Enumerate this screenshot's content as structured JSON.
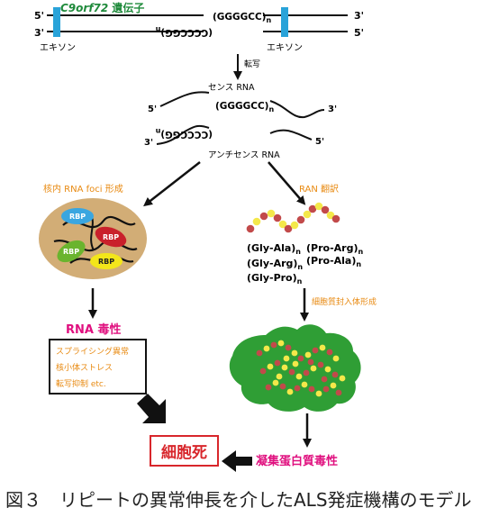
{
  "colors": {
    "gene_label": "#1f8a3b",
    "exon_fill": "#29a3d9",
    "orange_label": "#e88a12",
    "pink_label": "#e0107f",
    "red_label": "#d8262b",
    "nucleus_fill": "#d2ad76",
    "aggregate_fill": "#2f9e35",
    "bead_red": "#c24a4a",
    "bead_yellow": "#f4e84a",
    "rbp_blue": "#3aa6e0",
    "rbp_red": "#c9202b",
    "rbp_green": "#6ab42e",
    "rbp_yellow": "#f3e61a"
  },
  "gene": {
    "name": "C9orf72",
    "suffix": " 遺伝子",
    "top_5prime": "5'",
    "top_3prime": "3'",
    "bottom_3prime": "3'",
    "bottom_5prime": "5'",
    "repeat_sense": "(GGGGCC)",
    "repeat_sense_n": "n",
    "repeat_antisense": "(CCCCGG)",
    "repeat_antisense_n": "n",
    "exon_left": "エキソン",
    "exon_right": "エキソン"
  },
  "transcription": {
    "label": "転写"
  },
  "sense_rna": {
    "title": "センス RNA",
    "repeat": "(GGGGCC)",
    "repeat_n": "n",
    "end_5prime": "5'",
    "end_3prime": "3'"
  },
  "antisense_rna": {
    "title": "アンチセンス RNA",
    "repeat": "(CCCCGG)",
    "repeat_n": "n",
    "end_3prime": "3'",
    "end_5prime": "5'"
  },
  "foci": {
    "label": "核内 RNA foci 形成",
    "rbp_labels": [
      "RBP",
      "RBP",
      "RBP",
      "RBP"
    ]
  },
  "ran": {
    "label": "RAN 翻訳",
    "dipeptides": [
      "(Gly-Ala)",
      "(Pro-Arg)",
      "(Gly-Arg)",
      "(Pro-Ala)",
      "(Gly-Pro)"
    ],
    "sub_n": "n"
  },
  "inclusion": {
    "label": "細胞質封入体形成"
  },
  "rna_toxicity": {
    "title": "RNA 毒性",
    "items": [
      "スプライシング異常",
      "核小体ストレス",
      "転写抑制 etc."
    ]
  },
  "protein_toxicity": {
    "label": "凝集蛋白質毒性"
  },
  "cell_death": {
    "label": "細胞死"
  },
  "caption": "図３　リピートの異常伸長を介したALS発症機構のモデル"
}
